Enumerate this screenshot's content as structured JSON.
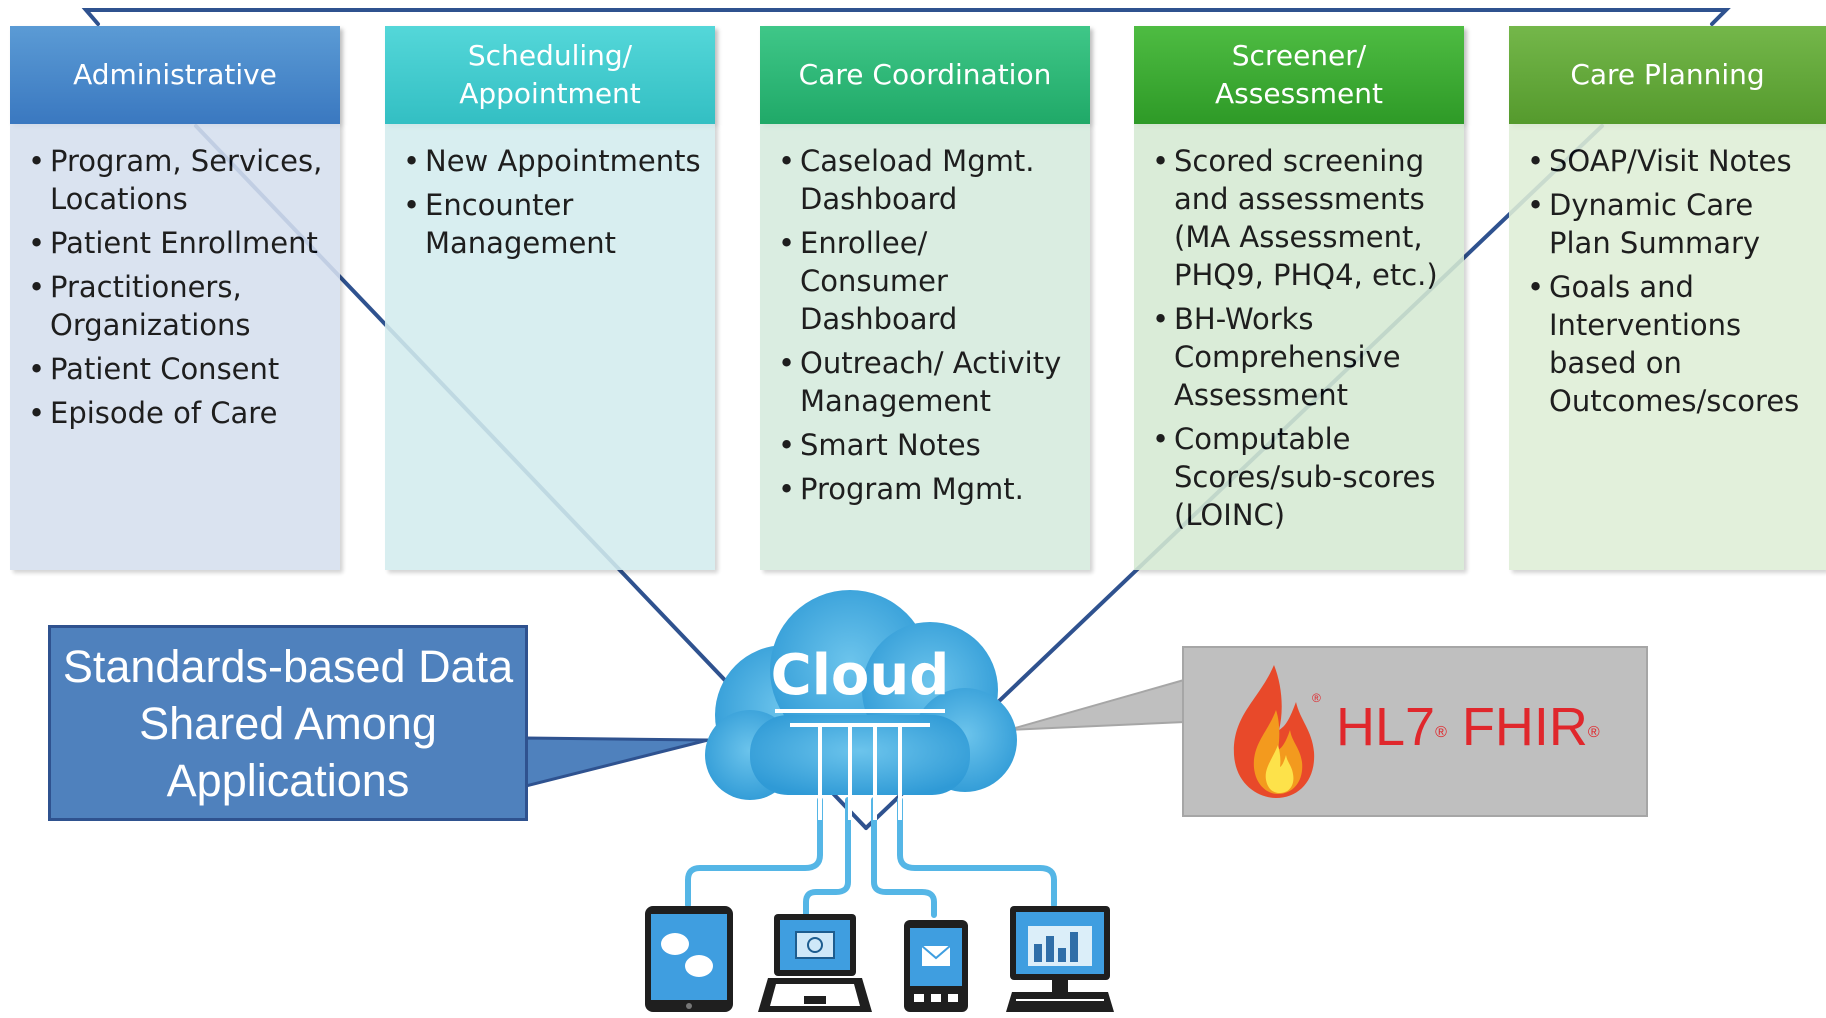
{
  "columns": [
    {
      "id": "admin",
      "title": "Administrative",
      "items": [
        "Program, Services, Locations",
        "Patient Enrollment",
        "Practitioners, Organizations",
        "Patient Consent",
        "Episode of Care"
      ]
    },
    {
      "id": "sched",
      "title": "Scheduling/ Appointment",
      "items": [
        "New Appointments",
        "Encounter Management"
      ]
    },
    {
      "id": "care",
      "title": "Care Coordination",
      "items": [
        "Caseload Mgmt. Dashboard",
        "Enrollee/ Consumer Dashboard",
        "Outreach/ Activity Management",
        "Smart Notes",
        "Program Mgmt."
      ]
    },
    {
      "id": "screen",
      "title": "Screener/ Assessment",
      "items": [
        "Scored screening and assessments (MA Assessment, PHQ9, PHQ4, etc.)",
        "BH-Works Comprehensive Assessment",
        "Computable Scores/sub-scores (LOINC)"
      ]
    },
    {
      "id": "plan",
      "title": "Care Planning",
      "items": [
        "SOAP/Visit Notes",
        "Dynamic Care Plan Summary",
        "Goals and Interventions based on Outcomes/scores"
      ]
    }
  ],
  "callout": {
    "text": "Standards-based Data Shared Among Applications"
  },
  "cloud": {
    "label": "Cloud"
  },
  "fhir": {
    "hl7": "HL7",
    "fhir": "FHIR",
    "registered": "®"
  },
  "colors": {
    "admin": "#4a89cc",
    "sched": "#44cacd",
    "care": "#2fb878",
    "screen": "#3eab35",
    "plan": "#65a93c",
    "callout": "#4f81bd",
    "cloud": "#3fa9dc",
    "fhir_red": "#e0272c"
  },
  "devices": [
    "chat-tablet-icon",
    "laptop-icon",
    "phone-mail-icon",
    "monitor-chart-icon"
  ]
}
